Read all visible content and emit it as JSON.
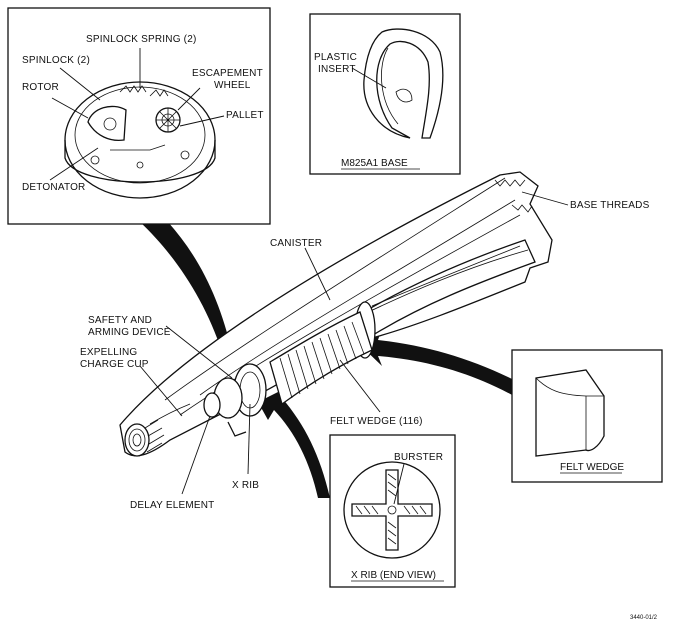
{
  "labels": {
    "spinlock_spring": "SPINLOCK SPRING (2)",
    "spinlock": "SPINLOCK (2)",
    "rotor": "ROTOR",
    "escapement_line1": "ESCAPEMENT",
    "escapement_line2": "WHEEL",
    "pallet": "PALLET",
    "detonator": "DETONATOR",
    "plastic_line1": "PLASTIC",
    "plastic_line2": "INSERT",
    "m825a1_base": "M825A1 BASE",
    "base_threads": "BASE THREADS",
    "canister": "CANISTER",
    "safety_line1": "SAFETY AND",
    "safety_line2": "ARMING DEVICE",
    "expelling_line1": "EXPELLING",
    "expelling_line2": "CHARGE CUP",
    "felt_wedge_116": "FELT WEDGE (116)",
    "felt_wedge": "FELT WEDGE",
    "burster": "BURSTER",
    "x_rib": "X RIB",
    "delay_element": "DELAY ELEMENT",
    "x_rib_end_view": "X RIB (END VIEW)",
    "figure_number": "3440-01/2"
  }
}
